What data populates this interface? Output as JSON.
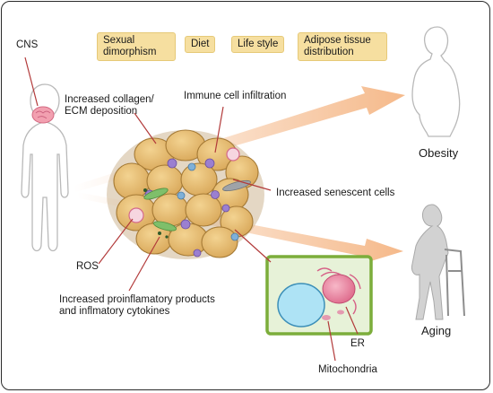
{
  "labels": {
    "cns": "CNS",
    "collagen": "Increased collagen/\nECM deposition",
    "immune": "Immune cell infiltration",
    "senescent": "Increased senescent cells",
    "ros": "ROS",
    "proinflammatory": "Increased proinflamatory products\nand inflmatory cytokines",
    "er": "ER",
    "mitochondria": "Mitochondria",
    "obesity": "Obesity",
    "aging": "Aging"
  },
  "factors": [
    "Sexual\ndimorphism",
    "Diet",
    "Life style",
    "Adipose tissue\ndistribution"
  ],
  "colors": {
    "tag_fill": "#f6dfa0",
    "arrow": "#f5b98a",
    "cell_fill": "#e9c074",
    "cell_border": "#b98a3c",
    "inset_border": "#7cad3b",
    "connector": "#b23a3a",
    "silhouette": "#e8e8e8"
  },
  "icons": [
    "brain-icon",
    "human-silhouette-icon",
    "obese-person-icon",
    "elderly-walker-icon",
    "adipocyte-cluster-icon",
    "cell-organelles-icon"
  ]
}
